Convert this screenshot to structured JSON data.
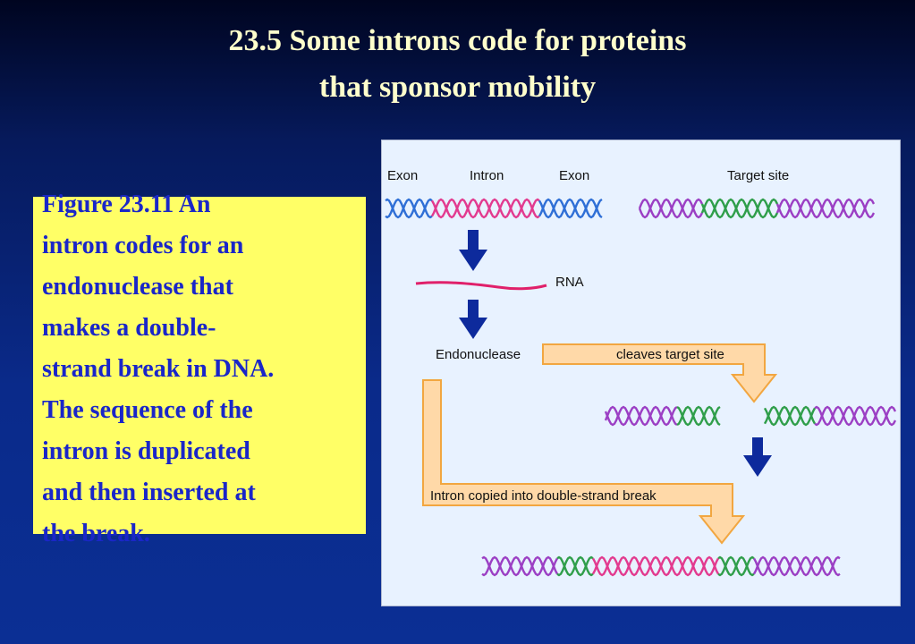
{
  "slide": {
    "title_line1": "23.5 Some introns code for proteins",
    "title_line2": "that sponsor mobility"
  },
  "caption": {
    "lines": [
      "Figure 23.11 An",
      "intron codes for an",
      "endonuclease that",
      "makes a double-",
      "strand break in DNA.",
      "The sequence of  the",
      "intron is duplicated",
      "and then inserted at",
      "the break."
    ]
  },
  "diagram": {
    "labels": {
      "exon_left": "Exon",
      "intron": "Intron",
      "exon_right": "Exon",
      "target_site": "Target site",
      "rna": "RNA",
      "endonuclease": "Endonuclease",
      "cleaves": "cleaves target site",
      "copied": "Intron copied into double-strand break"
    },
    "colors": {
      "exon": "#2f6fd6",
      "intron": "#e23a8f",
      "target_flank": "#9b3fc4",
      "target_site": "#2f9e4a",
      "arrow_blue": "#0d2a9c",
      "arrow_outline": "#f2a640",
      "arrow_fill": "#ffd9a8",
      "rna": "#e0206a"
    }
  }
}
